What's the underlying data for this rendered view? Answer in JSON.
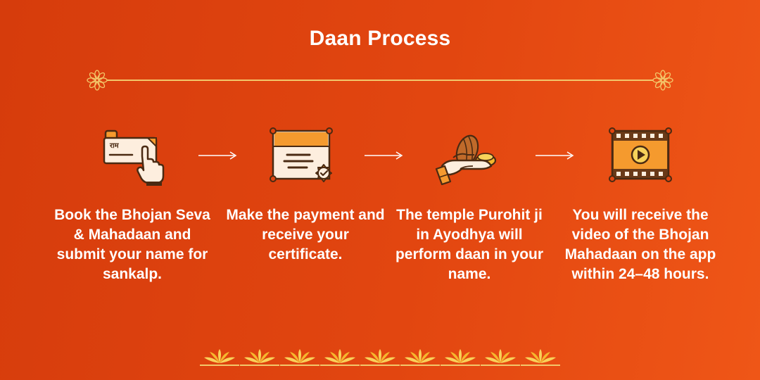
{
  "header": {
    "title": "Daan Process"
  },
  "steps": [
    {
      "icon": "scroll-form-icon",
      "text": "Book the Bhojan Seva & Mahadaan and submit your name for sankalp.",
      "icon_label": "राम"
    },
    {
      "icon": "certificate-icon",
      "text": "Make the payment and receive your certificate."
    },
    {
      "icon": "offering-hand-icon",
      "text": "The temple Purohit ji in Ayodhya will perform daan in your name."
    },
    {
      "icon": "video-frame-icon",
      "text": "You will receive the video of the Bhojan Mahadaan on the app within 24–48 hours."
    }
  ],
  "colors": {
    "background_start": "#d63c0c",
    "background_end": "#ef5617",
    "accent_gold": "#f3c76a",
    "icon_outline": "#4a2a12",
    "icon_orange": "#f59a2e"
  }
}
